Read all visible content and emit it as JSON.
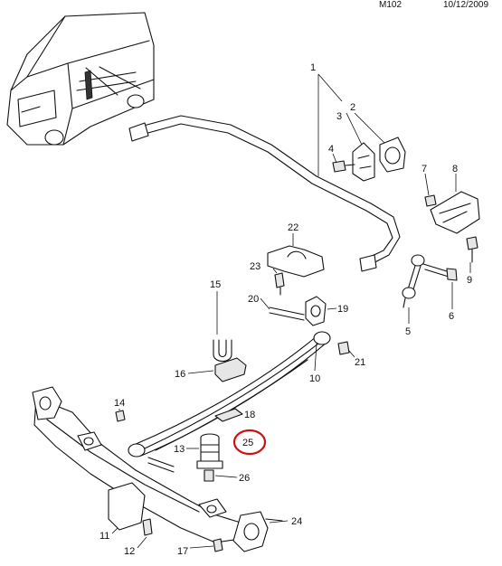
{
  "header": {
    "code": "M102",
    "date": "10/12/2009"
  },
  "callouts": {
    "c1": "1",
    "c2": "2",
    "c3": "3",
    "c4": "4",
    "c5": "5",
    "c6": "6",
    "c7": "7",
    "c8": "8",
    "c9": "9",
    "c10": "10",
    "c11": "11",
    "c12": "12",
    "c13": "13",
    "c14": "14",
    "c15": "15",
    "c16": "16",
    "c17": "17",
    "c19": "19",
    "c20": "20",
    "c21": "21",
    "c22": "22",
    "c23": "23",
    "c24": "24",
    "c25": "25",
    "c26": "26"
  },
  "highlight": {
    "part": "25",
    "color": "#cc1111"
  }
}
